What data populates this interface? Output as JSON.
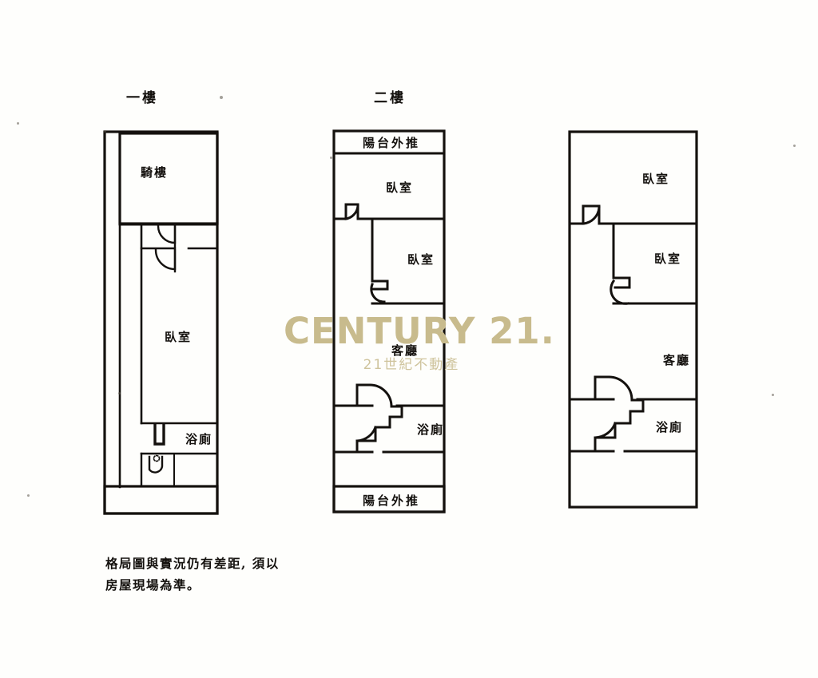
{
  "page": {
    "background_color": "#fefefc",
    "ink_color": "#14110e"
  },
  "watermark": {
    "brand": "CENTURY 21",
    "dot": ".",
    "subtitle": "21世紀不動產",
    "color": "#c8bb8d",
    "subtitle_color": "#cfc49d"
  },
  "floors": [
    {
      "id": "floor-1",
      "title": "一樓",
      "rooms": [
        {
          "key": "arcade",
          "label": "騎樓"
        },
        {
          "key": "bedroom",
          "label": "臥室"
        },
        {
          "key": "bathroom",
          "label": "浴廁"
        }
      ]
    },
    {
      "id": "floor-2",
      "title": "二樓",
      "rooms": [
        {
          "key": "balcony-top",
          "label": "陽台外推"
        },
        {
          "key": "bedroom-1",
          "label": "臥室"
        },
        {
          "key": "bedroom-2",
          "label": "臥室"
        },
        {
          "key": "living",
          "label": "客廳"
        },
        {
          "key": "bathroom",
          "label": "浴廁"
        },
        {
          "key": "balcony-bottom",
          "label": "陽台外推"
        }
      ]
    },
    {
      "id": "floor-3",
      "title": "",
      "rooms": [
        {
          "key": "bedroom-1",
          "label": "臥室"
        },
        {
          "key": "bedroom-2",
          "label": "臥室"
        },
        {
          "key": "living",
          "label": "客廳"
        },
        {
          "key": "bathroom",
          "label": "浴廁"
        }
      ]
    }
  ],
  "disclaimer": {
    "line1": "格局圖與實況仍有差距, 須以",
    "line2": "房屋現場為準。"
  }
}
